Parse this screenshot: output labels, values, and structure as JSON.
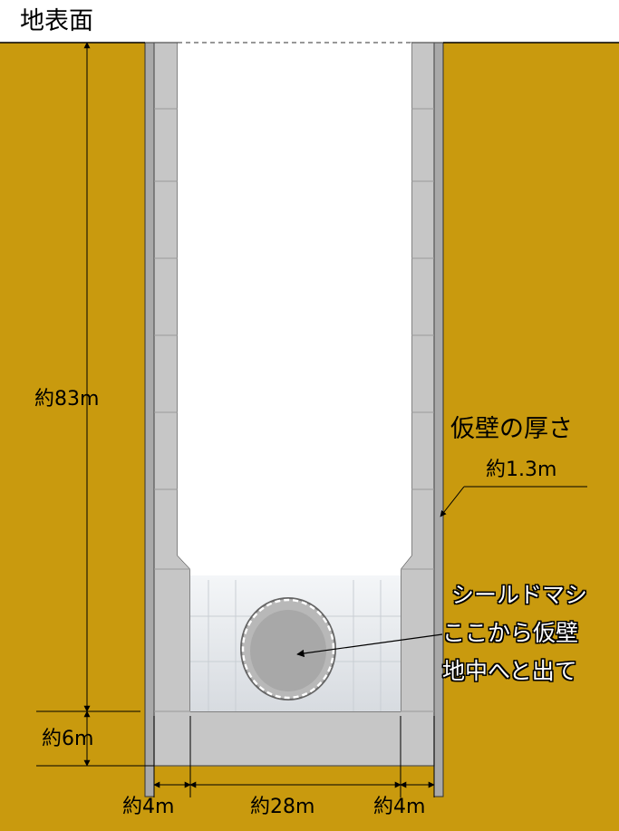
{
  "diagram": {
    "title": "地表面",
    "labels": {
      "depth_main": "約83m",
      "depth_bottom": "約6m",
      "width_left": "約4m",
      "width_center": "約28m",
      "width_right": "約4m",
      "wall_thickness_title": "仮壁の厚さ",
      "wall_thickness_value": "約1.3m",
      "shield_line1": "シールドマシ",
      "shield_line2": "ここから仮壁",
      "shield_line3": "地中へと出て"
    },
    "colors": {
      "soil": "#c99a0e",
      "concrete": "#c6c6c6",
      "concrete_dark": "#a9a9a9",
      "wall_outline": "#333333",
      "shaft_interior": "#ffffff"
    }
  }
}
